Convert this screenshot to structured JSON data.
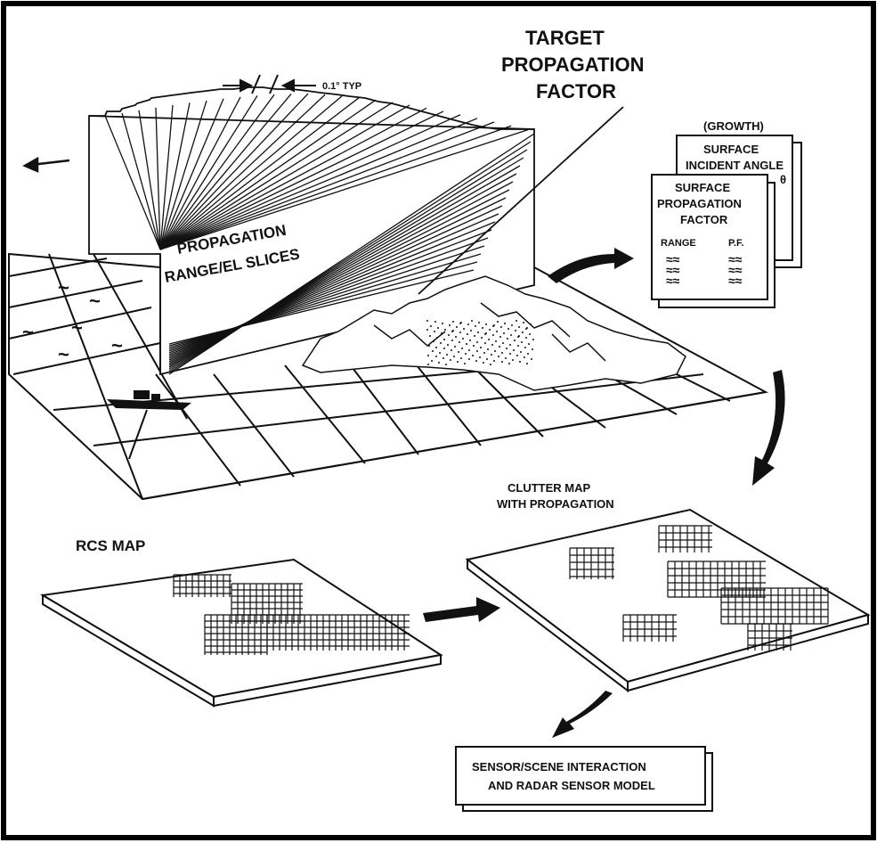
{
  "labels": {
    "target": [
      "TARGET",
      "PROPAGATION",
      "FACTOR"
    ],
    "spacing": "0.1° TYP",
    "slices": [
      "PROPAGATION",
      "RANGE/EL SLICES"
    ],
    "growth": "(GROWTH)",
    "incident": [
      "SURFACE",
      "INCIDENT ANGLE"
    ],
    "theta": "θ",
    "surface_pf": [
      "SURFACE",
      "PROPAGATION",
      "FACTOR"
    ],
    "col_range": "RANGE",
    "col_pf": "P.F.",
    "clutter": [
      "CLUTTER MAP",
      "WITH PROPAGATION"
    ],
    "rcs": "RCS MAP",
    "sensor": [
      "SENSOR/SCENE INTERACTION",
      "AND RADAR SENSOR MODEL"
    ]
  },
  "colors": {
    "ink": "#111111",
    "paper": "#ffffff",
    "border": "#000000"
  }
}
